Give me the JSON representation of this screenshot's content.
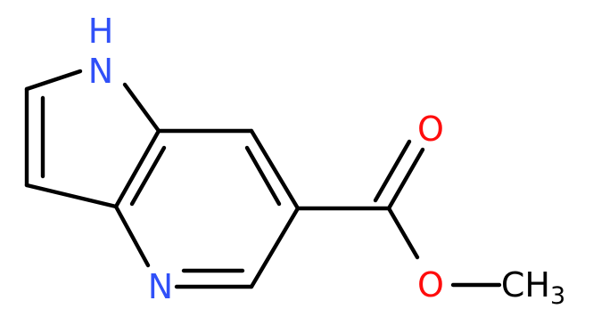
{
  "molecule": {
    "atoms": {
      "n1": {
        "text": "N",
        "h": "H",
        "color": "#3050F8"
      },
      "n4": {
        "text": "N",
        "color": "#3050F8"
      },
      "o_carbonyl": {
        "text": "O",
        "color": "#FF0D0D"
      },
      "o_ester": {
        "text": "O",
        "color": "#FF0D0D"
      },
      "methyl": {
        "text": "CH",
        "sub": "3",
        "color": "#000000"
      }
    },
    "bond_color": "#000000"
  }
}
